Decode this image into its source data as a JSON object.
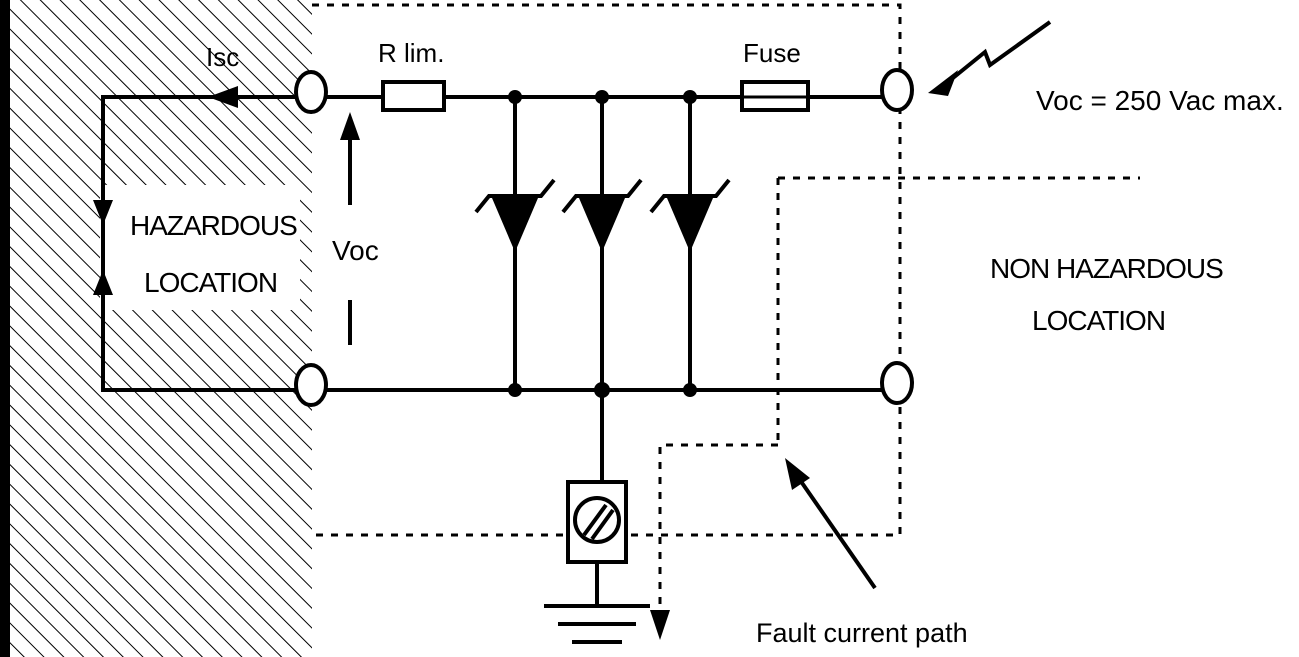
{
  "labels": {
    "isc": "Isc",
    "r_lim": "R lim.",
    "fuse": "Fuse",
    "voc_max": "Voc = 250 Vac max.",
    "voc": "Voc",
    "hazardous_line1": "HAZARDOUS",
    "hazardous_line2": "LOCATION",
    "non_hazardous_line1": "NON HAZARDOUS",
    "non_hazardous_line2": "LOCATION",
    "fault_current_path": "Fault current path"
  }
}
